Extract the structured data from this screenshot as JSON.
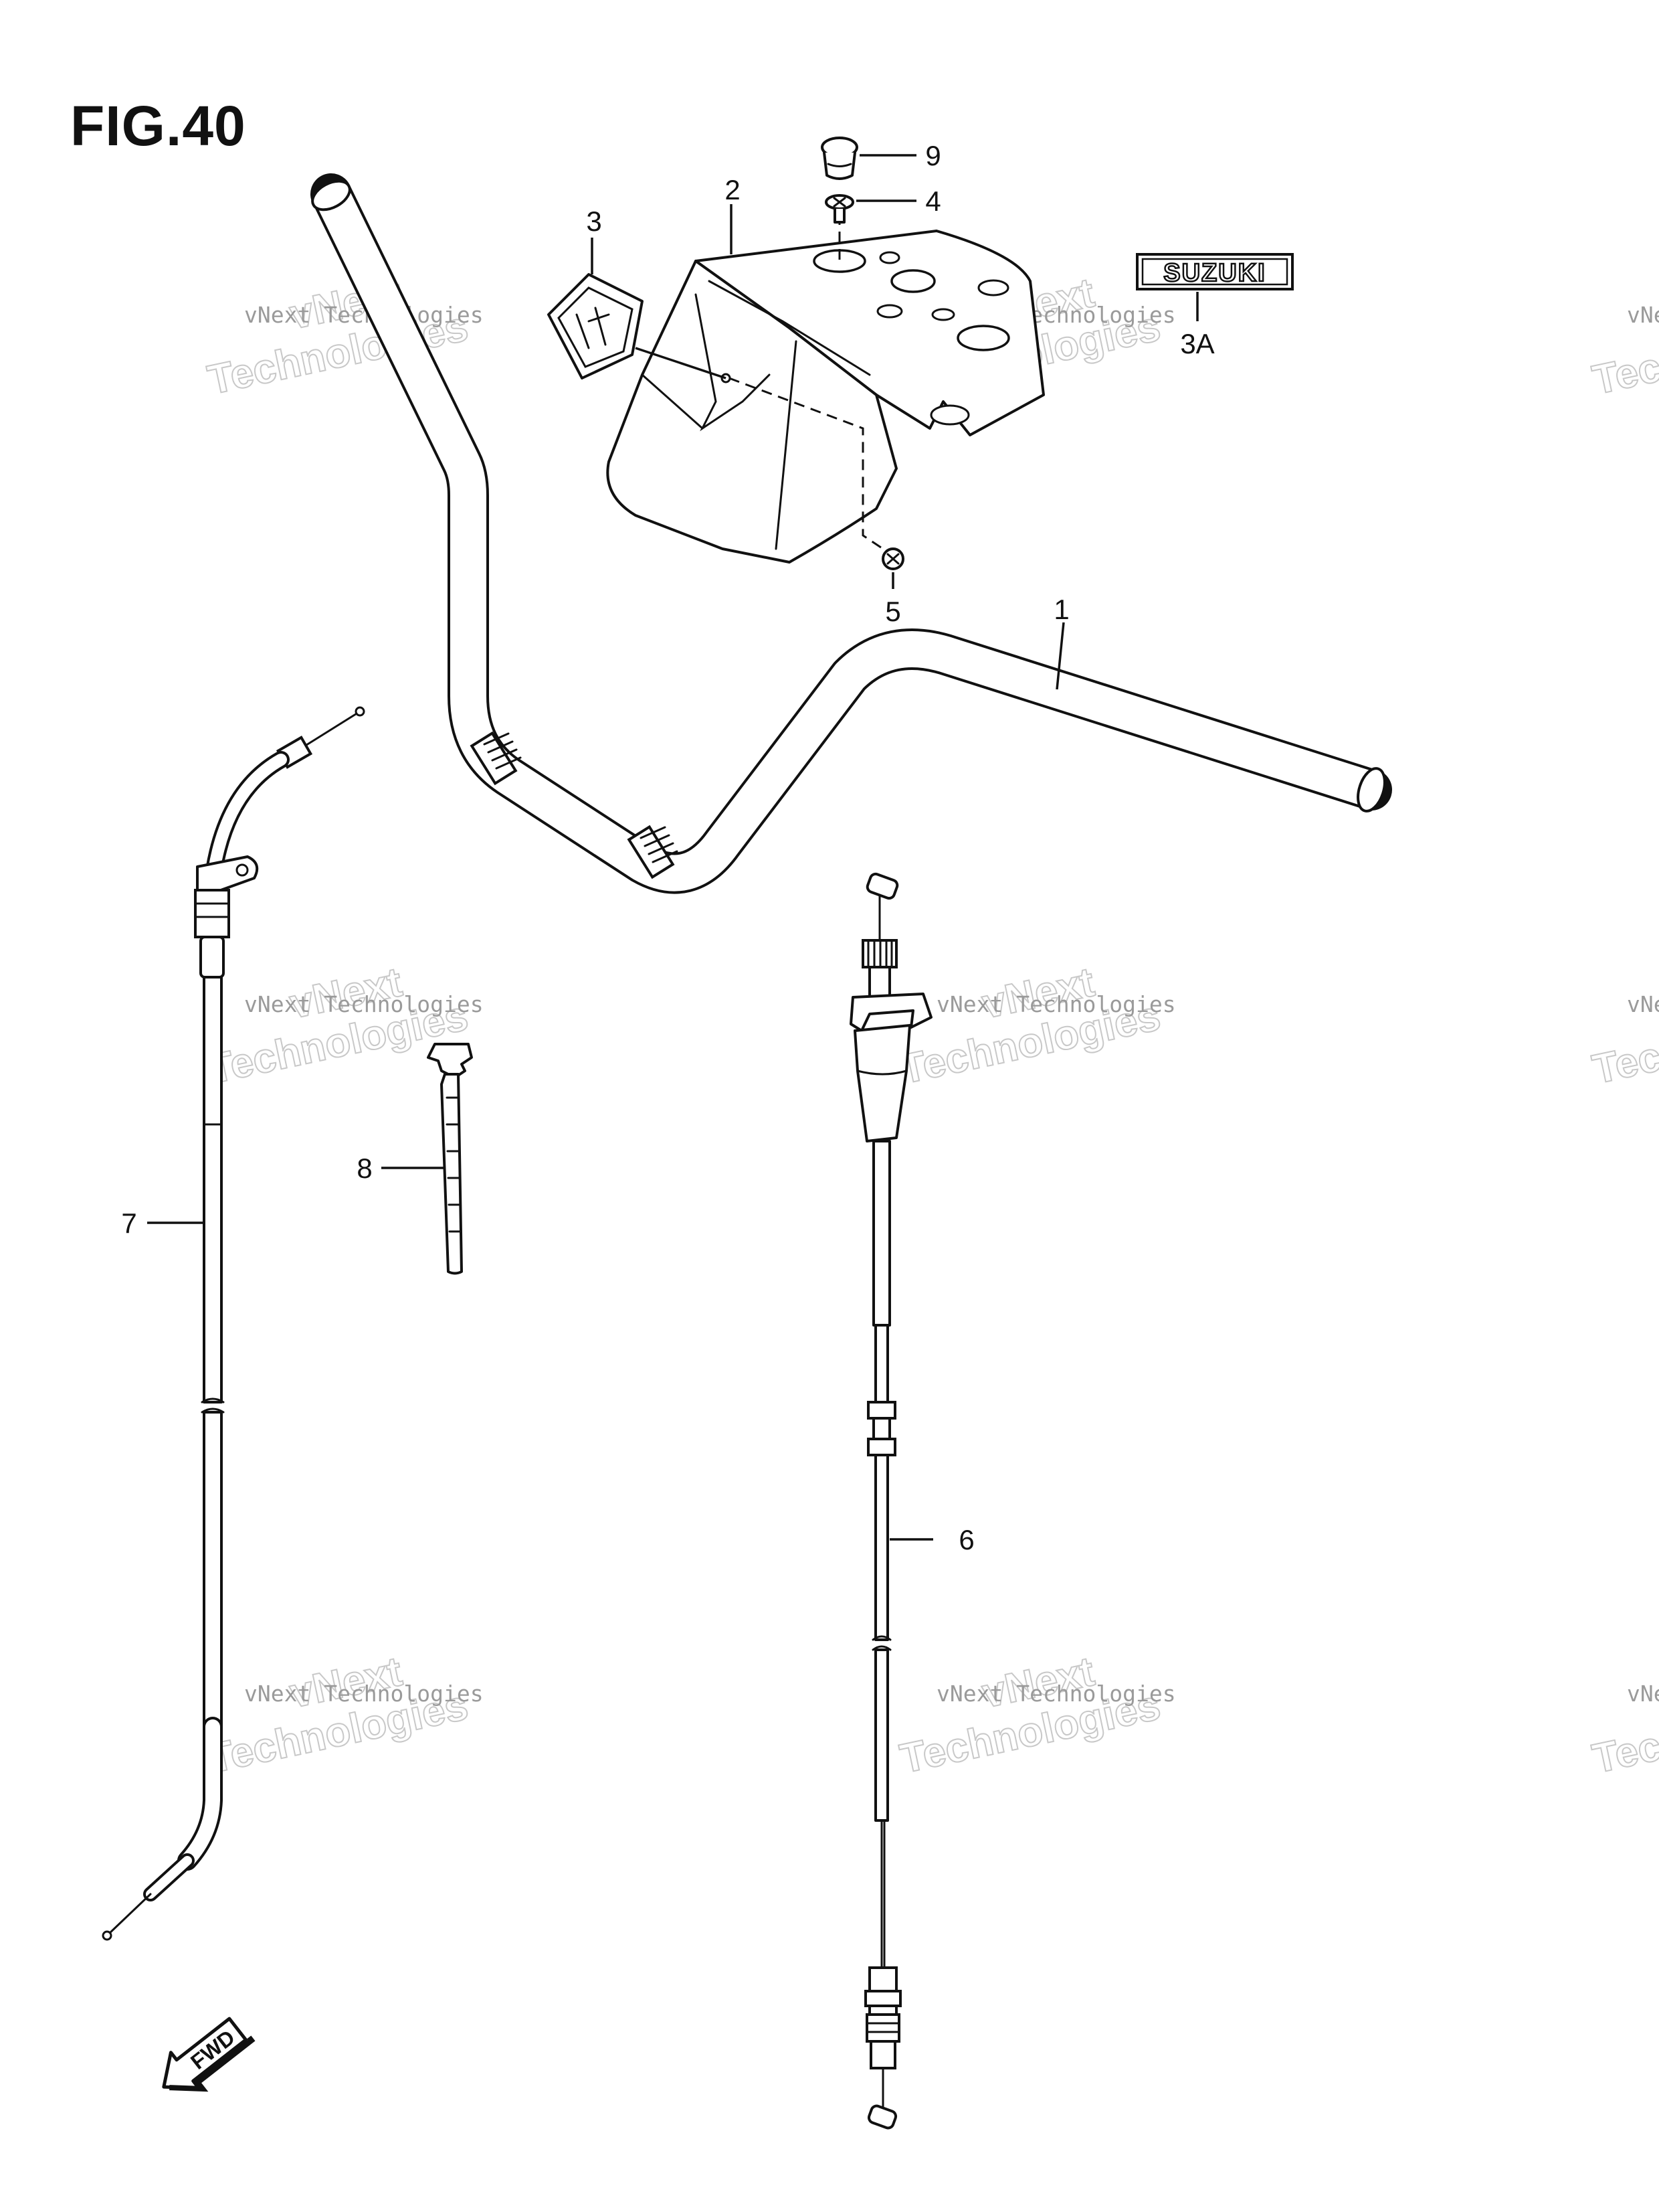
{
  "figure": {
    "title": "FIG.40"
  },
  "watermark": {
    "line1": "vNext",
    "line2": "Technologies",
    "caption": "vNext Technologies",
    "color": "#c8c8c8"
  },
  "emblem": {
    "text": "SUZUKI"
  },
  "fwd_arrow": {
    "text": "FWD"
  },
  "callouts": {
    "c1": "1",
    "c2": "2",
    "c3": "3",
    "c3a": "3A",
    "c4": "4",
    "c5": "5",
    "c6": "6",
    "c7": "7",
    "c8": "8",
    "c9": "9"
  },
  "parts": [
    {
      "ref": "1",
      "name": "handlebar",
      "icon": "handlebar-icon"
    },
    {
      "ref": "2",
      "name": "handlebar cover",
      "icon": "cover-icon"
    },
    {
      "ref": "3",
      "name": "emblem",
      "icon": "emblem-icon"
    },
    {
      "ref": "3A",
      "name": "suzuki emblem",
      "icon": "suzuki-emblem-icon"
    },
    {
      "ref": "4",
      "name": "screw",
      "icon": "screw-icon"
    },
    {
      "ref": "5",
      "name": "nut",
      "icon": "nut-icon"
    },
    {
      "ref": "6",
      "name": "throttle cable",
      "icon": "throttle-cable-icon"
    },
    {
      "ref": "7",
      "name": "brake cable",
      "icon": "brake-cable-icon"
    },
    {
      "ref": "8",
      "name": "cable tie",
      "icon": "cable-tie-icon"
    },
    {
      "ref": "9",
      "name": "cap",
      "icon": "cap-icon"
    }
  ]
}
